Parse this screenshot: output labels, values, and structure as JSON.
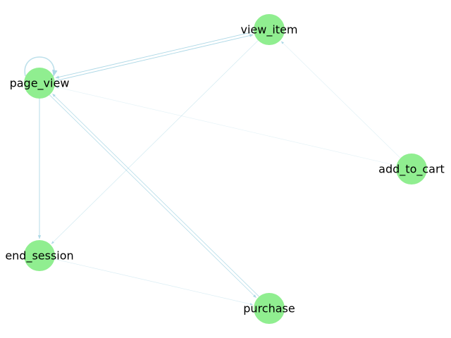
{
  "colors": {
    "node_fill": "#90ee90",
    "edge_stroke": "#add8e6",
    "label_text": "#000000",
    "background": "#ffffff"
  },
  "nodes": [
    {
      "id": "page_view",
      "label": "page_view"
    },
    {
      "id": "view_item",
      "label": "view_item"
    },
    {
      "id": "add_to_cart",
      "label": "add_to_cart"
    },
    {
      "id": "end_session",
      "label": "end_session"
    },
    {
      "id": "purchase",
      "label": "purchase"
    }
  ],
  "edges": [
    {
      "source": "page_view",
      "target": "page_view"
    },
    {
      "source": "page_view",
      "target": "view_item"
    },
    {
      "source": "view_item",
      "target": "page_view"
    },
    {
      "source": "page_view",
      "target": "end_session"
    },
    {
      "source": "page_view",
      "target": "purchase"
    },
    {
      "source": "purchase",
      "target": "page_view"
    },
    {
      "source": "view_item",
      "target": "end_session"
    },
    {
      "source": "add_to_cart",
      "target": "view_item"
    },
    {
      "source": "add_to_cart",
      "target": "page_view"
    },
    {
      "source": "end_session",
      "target": "purchase"
    }
  ]
}
